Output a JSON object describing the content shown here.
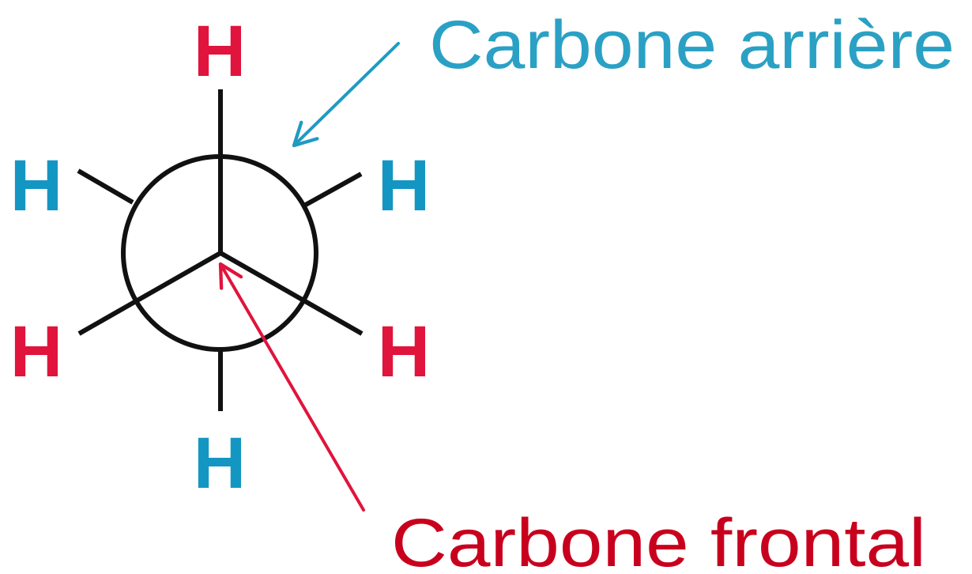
{
  "atoms": {
    "top": "H",
    "upper_left": "H",
    "upper_right": "H",
    "lower_left": "H",
    "lower_right": "H",
    "bottom": "H"
  },
  "labels": {
    "back_carbon": "Carbone arrière",
    "front_carbon": "Carbone frontal"
  },
  "colors": {
    "front_hydrogen": "#e0143c",
    "back_hydrogen": "#1496c3",
    "back_label": "#2aa1c4",
    "front_label": "#c8001e",
    "back_arrow": "#1e9bc3",
    "front_arrow": "#e0143c",
    "bond": "#111111"
  }
}
